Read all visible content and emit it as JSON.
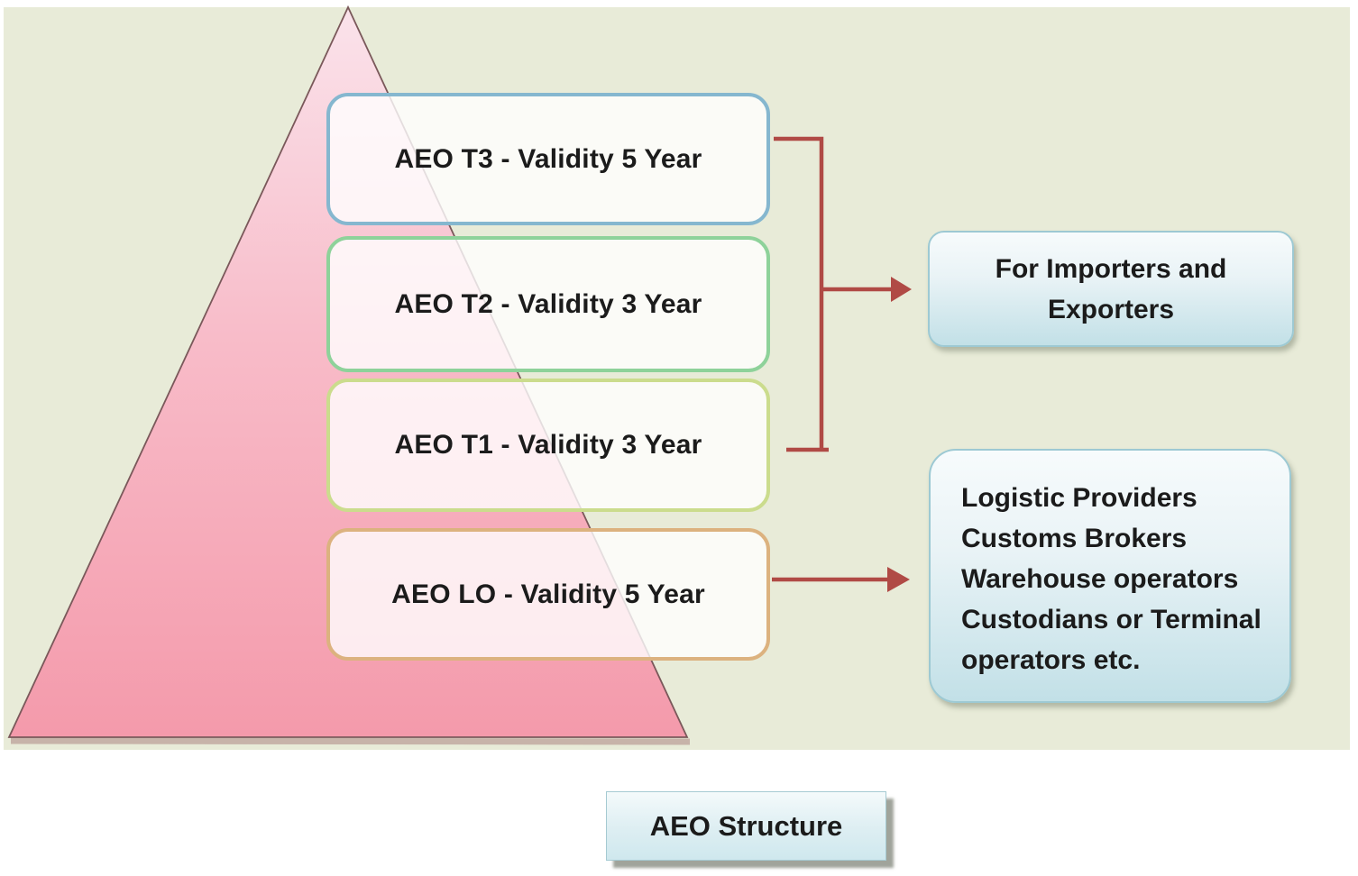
{
  "diagram": {
    "title": "AEO Structure",
    "tiers": [
      {
        "id": "aeo-t3",
        "label": "AEO T3 - Validity 5 Year"
      },
      {
        "id": "aeo-t2",
        "label": "AEO T2 - Validity 3 Year"
      },
      {
        "id": "aeo-t1",
        "label": "AEO T1 - Validity 3 Year"
      },
      {
        "id": "aeo-lo",
        "label": "AEO LO - Validity 5 Year"
      }
    ],
    "importers_box": {
      "lines": [
        "For Importers and",
        "Exporters"
      ]
    },
    "logistics_box": {
      "lines": [
        "Logistic Providers",
        "Customs Brokers",
        "Warehouse operators",
        "Custodians or Terminal",
        "operators etc."
      ]
    },
    "colors": {
      "background": "#e8ebd8",
      "pyramid_top": "#fae3eb",
      "pyramid_bottom": "#f49aab",
      "pyramid_outline": "#7a585a",
      "connector_red": "#b04a45",
      "tier_borders": [
        "#85b7cf",
        "#8ed29a",
        "#cbdc8d",
        "#dcb27f"
      ],
      "info_box_gradient_top": "#f7fbfc",
      "info_box_gradient_bottom": "#c2e0e7",
      "info_box_border": "#9dc9d3"
    }
  }
}
